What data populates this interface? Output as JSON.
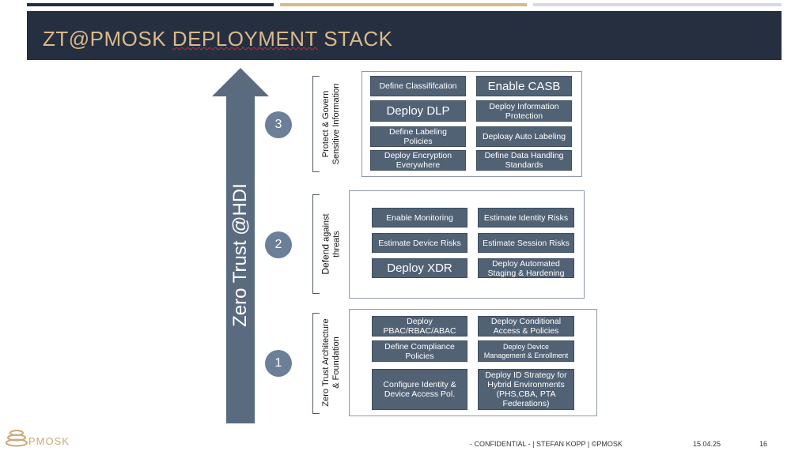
{
  "title": "ZT@PMOSK DEPLOYMENT STACK",
  "colors": {
    "header_bg": "#262f40",
    "title": "#d9b98a",
    "box": "#526275",
    "arrow": "#5a6b80",
    "circle": "#6b7f98",
    "logo": "#c9a978"
  },
  "arrow_label": "Zero Trust @HDI",
  "sections": [
    {
      "number": "3",
      "label_line1": "Protect & Govern",
      "label_line2": "Sensitive Information",
      "items": [
        "Define Classififcation",
        "Enable CASB",
        "Deploy DLP",
        "Deploy Information Protection",
        "Define Labeling Policies",
        "Deploay Auto Labeling",
        "Deploy Encryption Everywhere",
        "Define Data Handling Standards"
      ]
    },
    {
      "number": "2",
      "label_main": "Defend",
      "label_rest1": "against",
      "label_rest2": "threats",
      "items": [
        "Enable Monitoring",
        "Estimate Identity Risks",
        "Estimate Device Risks",
        "Estimate Session Risks",
        "Deploy XDR",
        "Deploy Automated Staging & Hardening"
      ]
    },
    {
      "number": "1",
      "label_line1": "Zero Trust Architecture",
      "label_line2": "& Foundation",
      "items": [
        "Deploy PBAC/RBAC/ABAC",
        "Deploy Conditional Access & Policies",
        "Define Compliance Policies",
        "Deploy Device Management & Enrollment",
        "Configure Identity & Device Access Pol.",
        "Deploy ID Strategy for Hybrid Environments (PHS,CBA, PTA Federations)"
      ]
    }
  ],
  "footer": {
    "logo_text": "PMOSK",
    "confidential": "- CONFIDENTIAL - | STEFAN KOPP | ©PMOSK",
    "date": "15.04.25",
    "page": "16"
  }
}
